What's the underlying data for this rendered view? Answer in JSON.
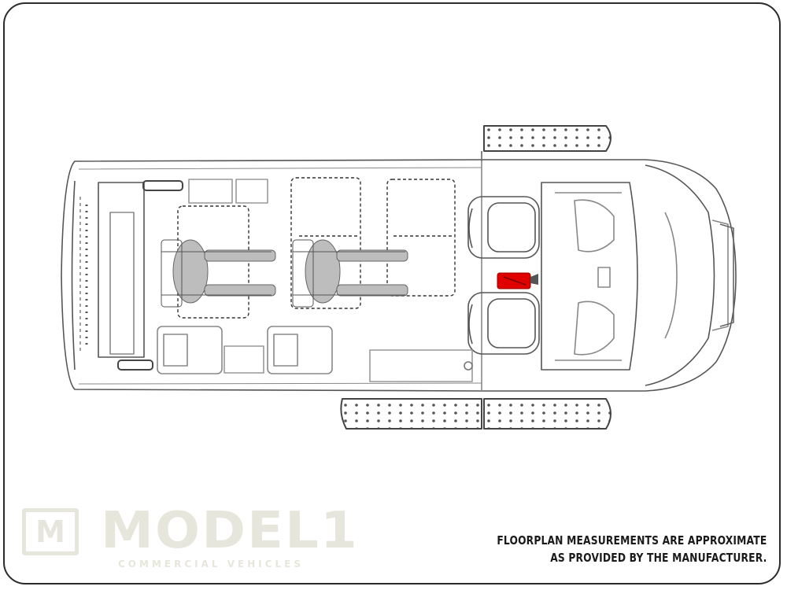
{
  "disclaimer": {
    "line1": "FLOORPLAN MEASUREMENTS ARE APPROXIMATE",
    "line2": "AS PROVIDED BY THE MANUFACTURER."
  },
  "watermark": {
    "mark": "M",
    "name": "MODEL1",
    "tagline": "COMMERCIAL VEHICLES"
  },
  "colors": {
    "outline": "#555555",
    "accent_extinguisher": "#e00000",
    "watermark": "#e7e6dc",
    "text": "#1a1a1a"
  },
  "icons": [
    "fire-extinguisher-icon",
    "wheelchair-occupant-icon",
    "seat-icon",
    "running-board-icon"
  ]
}
